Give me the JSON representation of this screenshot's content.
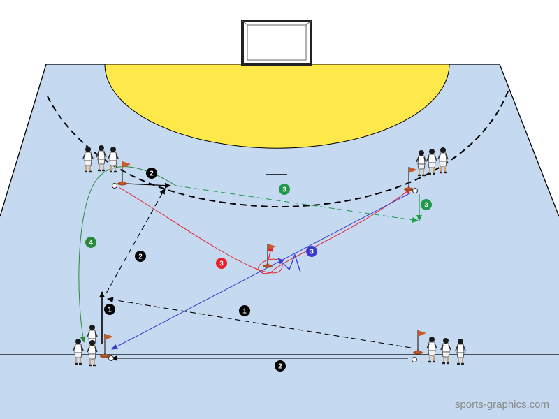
{
  "diagram": {
    "watermark": "sports-graphics.com",
    "colors": {
      "court": "#c5d9f1",
      "goal_area": "#ffe84a",
      "step1": "#000000",
      "step2": "#000000",
      "step3_red": "#e8202a",
      "step3_blue": "#3a3ad0",
      "step3_green": "#1f9a4a",
      "step4": "#2a8a3a",
      "cone": "#c8592a"
    },
    "badges": [
      {
        "id": "pass-1-a",
        "label": "1",
        "color": "#000000"
      },
      {
        "id": "pass-1-b",
        "label": "1",
        "color": "#000000"
      },
      {
        "id": "pass-2-a",
        "label": "2",
        "color": "#000000"
      },
      {
        "id": "pass-2-b",
        "label": "2",
        "color": "#000000"
      },
      {
        "id": "pass-2-c",
        "label": "2",
        "color": "#000000"
      },
      {
        "id": "run-3-red",
        "label": "3",
        "color": "#e8202a"
      },
      {
        "id": "run-3-blue",
        "label": "3",
        "color": "#3a3ad0"
      },
      {
        "id": "run-3-green-a",
        "label": "3",
        "color": "#1f9a4a"
      },
      {
        "id": "run-3-green-b",
        "label": "3",
        "color": "#1f9a4a"
      },
      {
        "id": "run-4-green",
        "label": "4",
        "color": "#2a8a3a"
      }
    ]
  }
}
